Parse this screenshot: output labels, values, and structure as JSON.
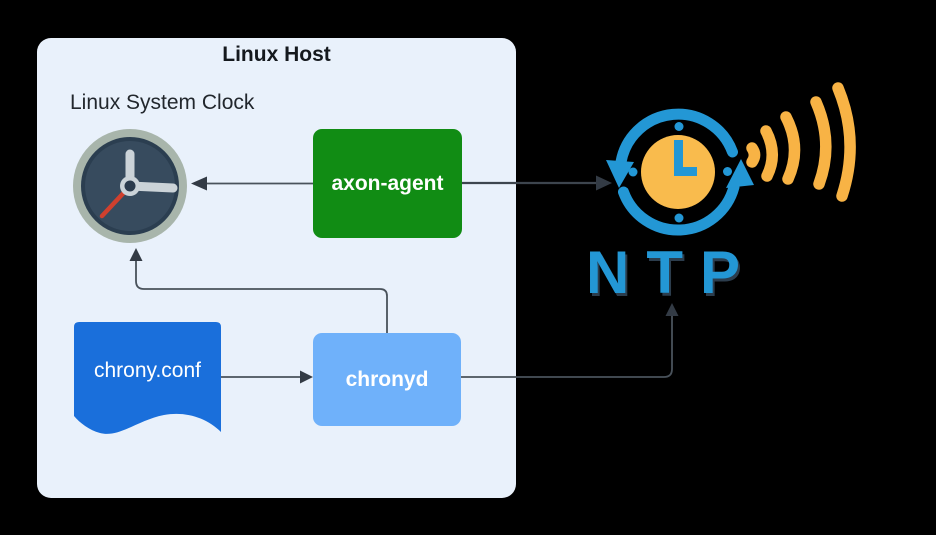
{
  "canvas": {
    "background": "#000000"
  },
  "host": {
    "title": "Linux Host",
    "fill": "#e9f1fb"
  },
  "clock": {
    "label": "Linux System Clock",
    "ring_color": "#a8b5ab",
    "face_color": "#374b5e",
    "hand_color": "#cbd3d8",
    "second_hand_color": "#d0402e"
  },
  "nodes": {
    "axon_agent": {
      "label": "axon-agent",
      "fill": "#118c14",
      "text_color": "#ffffff"
    },
    "chrony_conf": {
      "label": "chrony.conf",
      "fill": "#1a6fdb",
      "text_color": "#ffffff"
    },
    "chronyd": {
      "label": "chronyd",
      "fill": "#6fb1fa",
      "text_color": "#ffffff"
    }
  },
  "ntp": {
    "wordmark": "NTP",
    "blue": "#2397d5",
    "orange": "#f9bb4d",
    "wordmark_shadow": "#2c3d4d"
  },
  "arrows": {
    "stroke": "#49525b",
    "head_fill": "#333b45",
    "connections": [
      {
        "from": "axon-agent",
        "to": "linux-system-clock"
      },
      {
        "from": "axon-agent",
        "to": "ntp-server"
      },
      {
        "from": "chrony.conf",
        "to": "chronyd"
      },
      {
        "from": "chronyd",
        "to": "linux-system-clock"
      },
      {
        "from": "chronyd",
        "to": "ntp-server"
      }
    ]
  }
}
